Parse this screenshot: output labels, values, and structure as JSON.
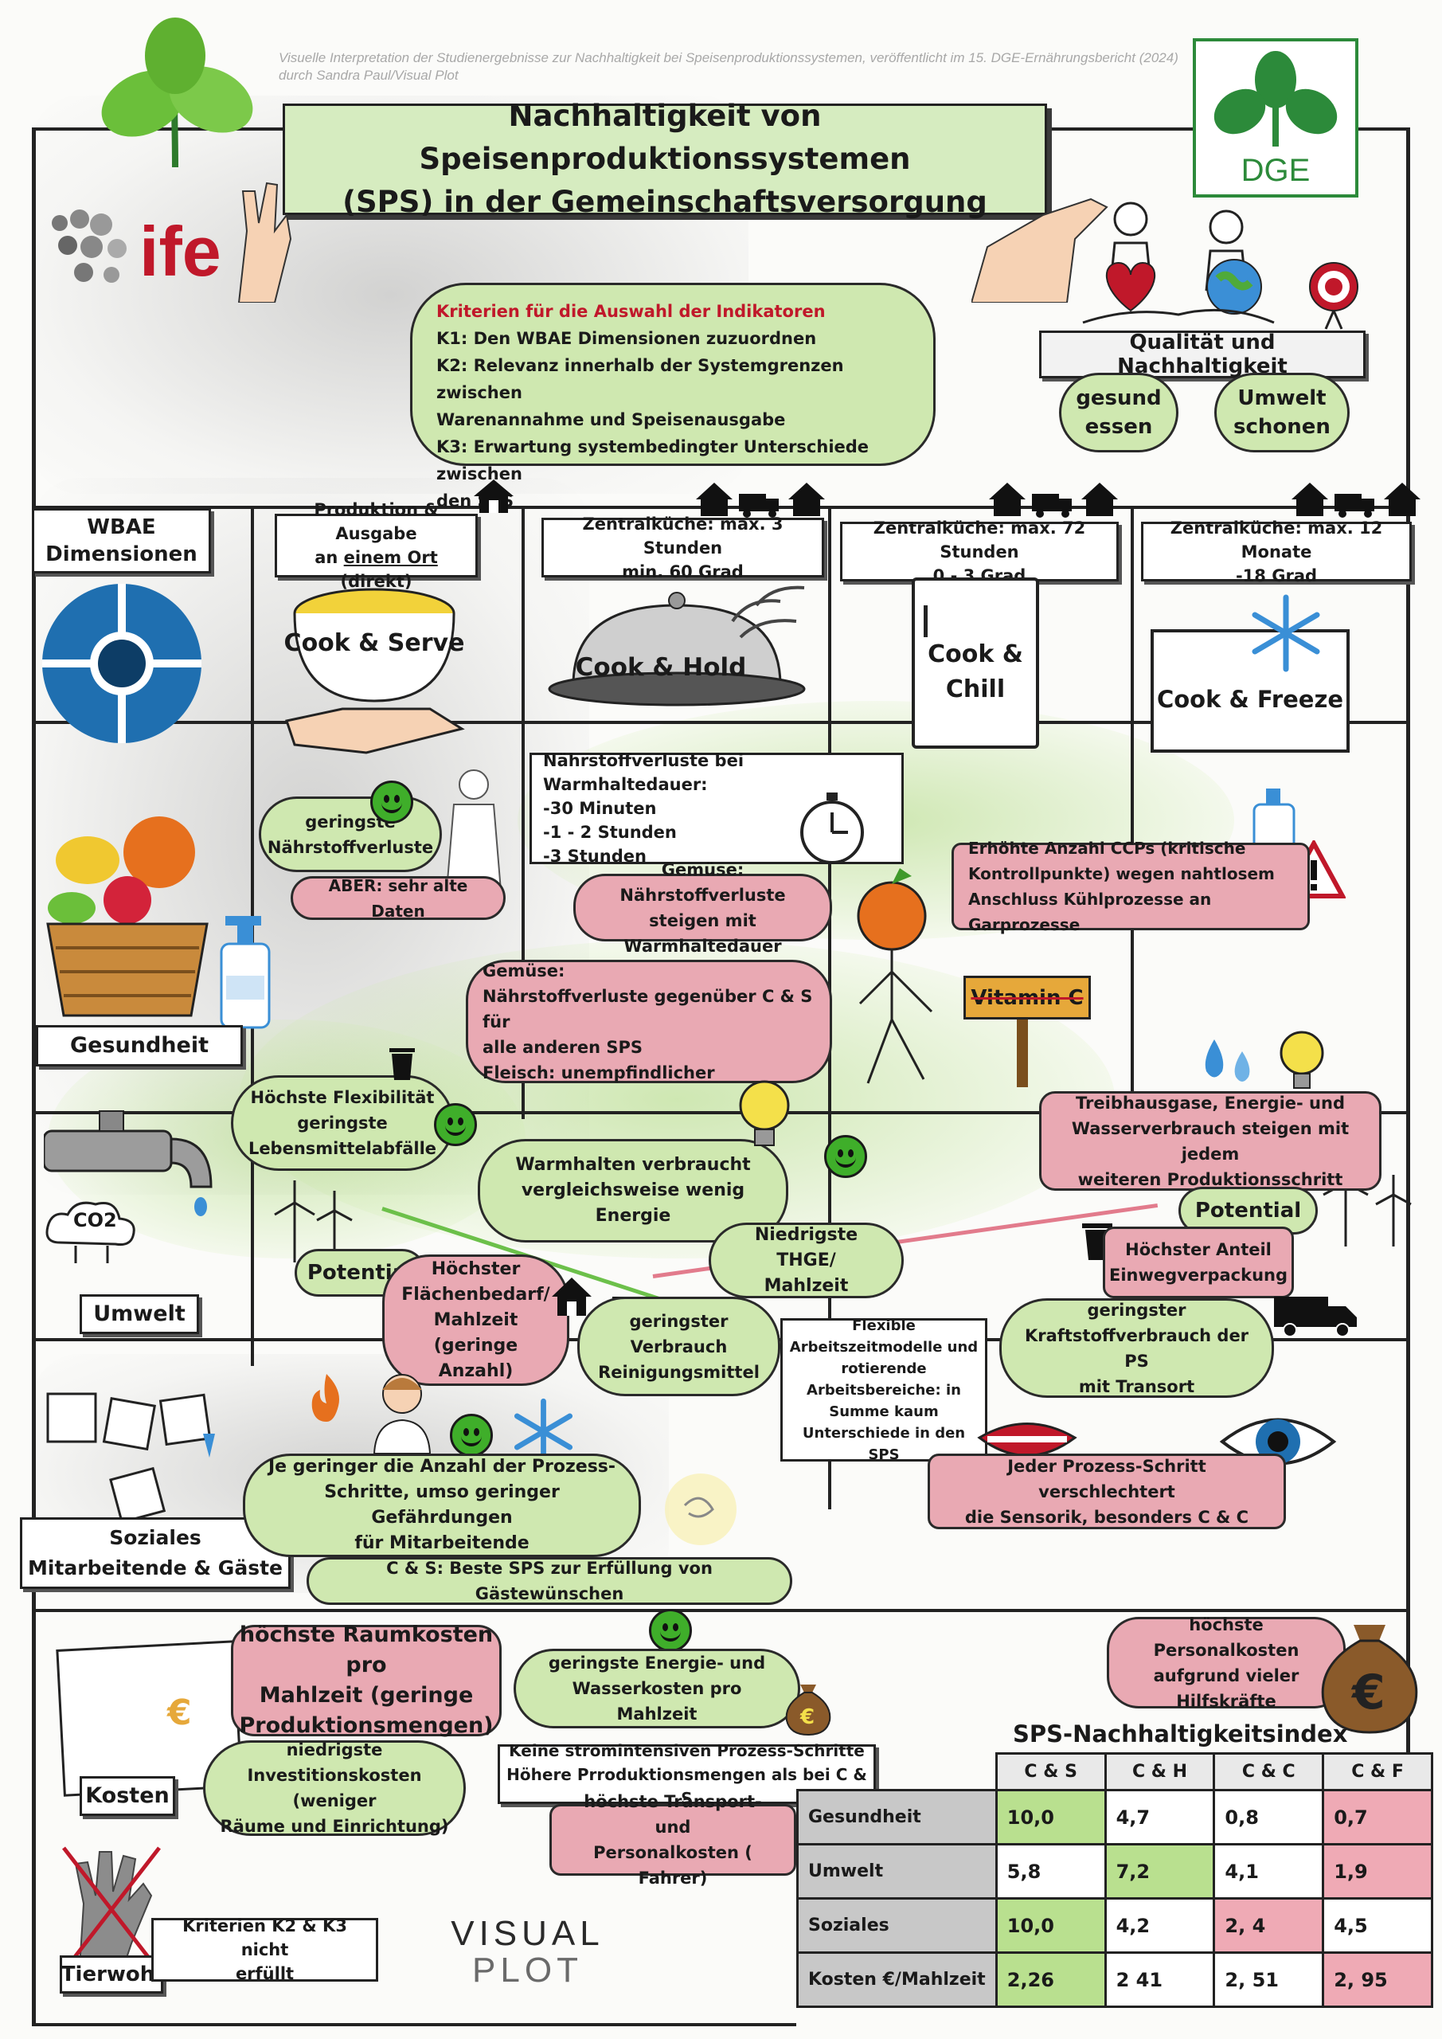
{
  "header": {
    "credit": "Visuelle Interpretation der Studienergebnisse zur Nachhaltigkeit bei Speisenproduktionssystemen, veröffentlicht im 15. DGE-Ernährungsbericht (2024) durch Sandra Paul/Visual Plot",
    "title_line1": "Nachhaltigkeit von Speisenproduktionssystemen",
    "title_line2": "(SPS) in der Gemeinschaftsversorgung",
    "ife_logo": "ife",
    "dge_logo": "DGE"
  },
  "criteria": {
    "heading": "Kriterien für die Auswahl der Indikatoren",
    "k1": "K1: Den WBAE Dimensionen zuzuordnen",
    "k2a": "K2: Relevanz innerhalb der Systemgrenzen zwischen",
    "k2b": "Warenannahme und Speisenausgabe",
    "k3a": "K3: Erwartung systembedingter Unterschiede zwischen",
    "k3b": "den SPS"
  },
  "quality": {
    "title": "Qualität und Nachhaltigkeit",
    "healthy_1": "gesund",
    "healthy_2": "essen",
    "env_1": "Umwelt",
    "env_2": "schonen"
  },
  "columns": {
    "wbae_1": "WBAE",
    "wbae_2": "Dimensionen",
    "cs_info_1": "Produktion & Ausgabe",
    "cs_info_2a": "an ",
    "cs_info_2b": "einem Ort",
    "cs_info_2c": " (direkt)",
    "ch_info_1": "Zentralküche: max. 3 Stunden",
    "ch_info_2": "min. 60 Grad",
    "cc_info_1": "Zentralküche: max. 72 Stunden",
    "cc_info_2": "0 - 3 Grad",
    "cf_info_1": "Zentralküche: max. 12 Monate",
    "cf_info_2": "-18 Grad",
    "cs_name": "Cook & Serve",
    "ch_name": "Cook & Hold",
    "cc_name_1": "Cook &",
    "cc_name_2": "Chill",
    "cf_name": "Cook & Freeze"
  },
  "dimensions": {
    "health": "Gesundheit",
    "env": "Umwelt",
    "social_1": "Soziales",
    "social_2": "Mitarbeitende & Gäste",
    "costs": "Kosten",
    "animal": "Tierwohl",
    "co2": "CO2"
  },
  "health_row": {
    "least_loss_1": "geringste",
    "least_loss_2": "Nährstoffverluste",
    "old_data": "ABER: sehr alte Daten",
    "hold_title": "Nährstoffverluste bei Warmhaltedauer:",
    "hold_1": "-30 Minuten",
    "hold_2": "-1 - 2 Stunden",
    "hold_3": "-3 Stunden",
    "veg_hold_1": "Gemüse: Nährstoffverluste",
    "veg_hold_2": "steigen mit Warmhaltedauer",
    "ccp_1": "Erhöhte Anzahl CCPs (kritische",
    "ccp_2": "Kontrollpunkte) wegen nahtlosem",
    "ccp_3": "Anschluss Kühlprozesse an Garprozesse",
    "veg_1": "Gemüse:",
    "veg_2": "Nährstoffverluste gegenüber C & S für",
    "veg_3": "alle anderen SPS",
    "veg_4": "Fleisch: unempfindlicher",
    "vitamin": "Vitamin C"
  },
  "env_row": {
    "flex_1": "Höchste Flexibilität",
    "flex_2": "geringste",
    "flex_3": "Lebensmittelabfälle",
    "warm_1": "Warmhalten verbraucht",
    "warm_2": "vergleichsweise wenig",
    "warm_3": "Energie",
    "ghg_1": "Treibhausgase, Energie- und",
    "ghg_2": "Wasserverbrauch steigen mit jedem",
    "ghg_3": "weiteren Produktionsschritt",
    "potential_left": "Potential",
    "potential_right": "Potential",
    "thge_1": "Niedrigste THGE/",
    "thge_2": "Mahlzeit",
    "area_1": "Höchster",
    "area_2": "Flächenbedarf/",
    "area_3": "Mahlzeit (geringe",
    "area_4": "Anzahl)",
    "clean_1": "geringster",
    "clean_2": "Verbrauch",
    "clean_3": "Reinigungsmittel",
    "single_1": "Höchster Anteil",
    "single_2": "Einwegverpackung",
    "fuel_1": "geringster",
    "fuel_2": "Kraftstoffverbrauch der PS",
    "fuel_3": "mit Transort"
  },
  "social_row": {
    "flex_work_1": "Flexible",
    "flex_work_2": "Arbeitszeitmodelle und",
    "flex_work_3": "rotierende",
    "flex_work_4": "Arbeitsbereiche: in",
    "flex_work_5": "Summe kaum",
    "flex_work_6": "Unterschiede in den SPS",
    "fewer_1": "Je geringer die Anzahl der Prozess-",
    "fewer_2": "Schritte, umso geringer Gefährdungen",
    "fewer_3": "für Mitarbeitende",
    "sensory_1": "Jeder Prozess-Schritt verschlechtert",
    "sensory_2": "die Sensorik, besonders C & C",
    "guest": "C & S: Beste SPS zur Erfüllung von Gästewünschen"
  },
  "cost_row": {
    "room_1": "höchste Raumkosten pro",
    "room_2": "Mahlzeit (geringe",
    "room_3": "Produktionsmengen)",
    "energy_1": "geringste Energie- und",
    "energy_2": "Wasserkosten pro Mahlzeit",
    "staff_1": "höchste Personalkosten",
    "staff_2": "aufgrund vieler",
    "staff_3": "Hilfskräfte",
    "invest_1": "niedrigste",
    "invest_2": "Investitionskosten (weniger",
    "invest_3": "Räume und Einrichtung)",
    "nopower_1": "Keine stromintensiven Prozess-Schritte",
    "nopower_2": "Höhere Prroduktionsmengen als bei C & S",
    "transport_1": "höchste Transport- und",
    "transport_2": "Personalkosten ( Fahrer)",
    "animal_note_1": "Kriterien K2 & K3 nicht",
    "animal_note_2": "erfüllt",
    "euro": "€"
  },
  "footer": {
    "visual_1": "VISUAL",
    "visual_2": "PLOT"
  },
  "chart_data": {
    "type": "table",
    "title": "SPS-Nachhaltigkeitsindex",
    "columns": [
      "C & S",
      "C & H",
      "C & C",
      "C & F"
    ],
    "rows": [
      {
        "label": "Gesundheit",
        "values": [
          "10,0",
          "4,7",
          "0,8",
          "0,7"
        ],
        "highlight": [
          "green",
          "none",
          "none",
          "red"
        ]
      },
      {
        "label": "Umwelt",
        "values": [
          "5,8",
          "7,2",
          "4,1",
          "1,9"
        ],
        "highlight": [
          "none",
          "green",
          "none",
          "red"
        ]
      },
      {
        "label": "Soziales",
        "values": [
          "10,0",
          "4,2",
          "2, 4",
          "4,5"
        ],
        "highlight": [
          "green",
          "none",
          "red",
          "none"
        ]
      },
      {
        "label": "Kosten €/Mahlzeit",
        "values": [
          "2,26",
          "2 41",
          "2, 51",
          "2, 95"
        ],
        "highlight": [
          "green",
          "none",
          "none",
          "red"
        ]
      }
    ],
    "colors": {
      "green": "#b9e08f",
      "red": "#efaab5",
      "label": "#c8c8c8"
    }
  },
  "colors": {
    "green_box": "#cfe8b0",
    "red_box": "#e9a9b3",
    "accent_red": "#c0182a",
    "dge_green": "#2c8a3a"
  }
}
